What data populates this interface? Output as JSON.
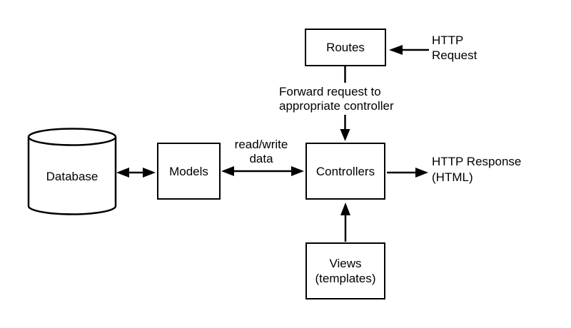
{
  "colors": {
    "stroke": "#000000",
    "text": "#000000",
    "background": "#ffffff"
  },
  "nodes": {
    "routes": {
      "label": "Routes"
    },
    "database": {
      "label": "Database"
    },
    "models": {
      "label": "Models"
    },
    "controllers": {
      "label": "Controllers"
    },
    "views": {
      "line1": "Views",
      "line2": "(templates)"
    }
  },
  "annotations": {
    "http_request": {
      "line1": "HTTP",
      "line2": "Request"
    },
    "forward_request": {
      "line1": "Forward request to",
      "line2": "appropriate controller"
    },
    "read_write": {
      "line1": "read/write",
      "line2": "data"
    },
    "http_response": {
      "line1": "HTTP Response",
      "line2": "(HTML)"
    }
  },
  "edges": [
    {
      "from": "http-request-label",
      "to": "routes",
      "direction": "one-way"
    },
    {
      "from": "routes",
      "to": "controllers",
      "direction": "one-way",
      "label": "Forward request to appropriate controller"
    },
    {
      "from": "database",
      "to": "models",
      "direction": "two-way"
    },
    {
      "from": "models",
      "to": "controllers",
      "direction": "two-way",
      "label": "read/write data"
    },
    {
      "from": "controllers",
      "to": "http-response-label",
      "direction": "one-way"
    },
    {
      "from": "views",
      "to": "controllers",
      "direction": "one-way"
    }
  ]
}
